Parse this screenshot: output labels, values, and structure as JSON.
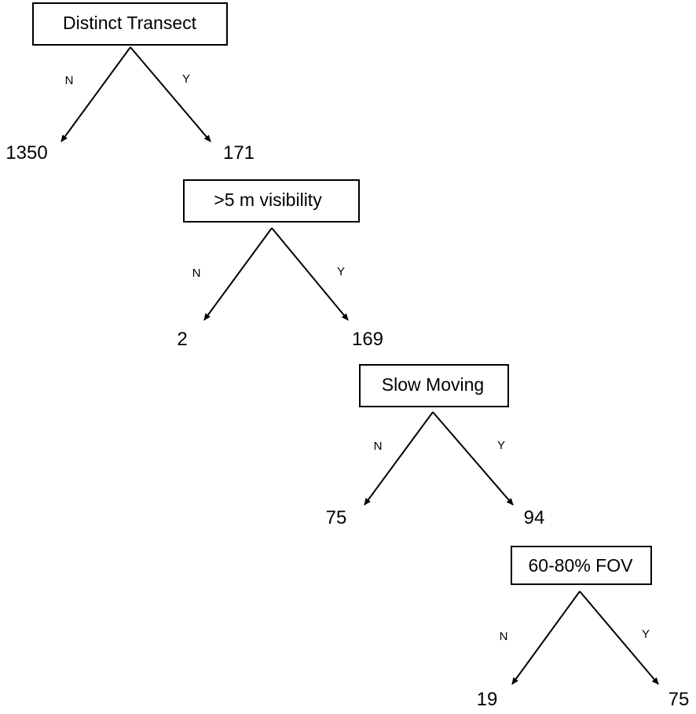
{
  "colors": {
    "line": "#000000",
    "background": "#ffffff"
  },
  "nodes": [
    {
      "label": "Distinct Transect",
      "no_label": "N",
      "yes_label": "Y",
      "no_count": "1350",
      "yes_count": "171"
    },
    {
      "label": ">5 m visibility",
      "no_label": "N",
      "yes_label": "Y",
      "no_count": "2",
      "yes_count": "169"
    },
    {
      "label": "Slow Moving",
      "no_label": "N",
      "yes_label": "Y",
      "no_count": "75",
      "yes_count": "94"
    },
    {
      "label": "60-80% FOV",
      "no_label": "N",
      "yes_label": "Y",
      "no_count": "19",
      "yes_count": "75"
    }
  ]
}
